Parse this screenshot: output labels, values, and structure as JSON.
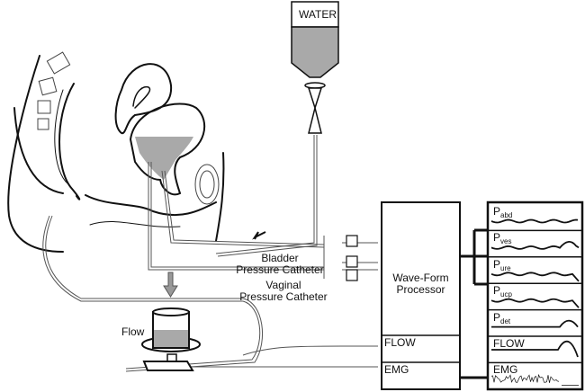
{
  "diagram": {
    "title": "Urodynamic study setup",
    "water_label": "WATER",
    "flow_label": "Flow",
    "bladder_catheter": [
      "Bladder",
      "Pressure Catheter"
    ],
    "vaginal_catheter": [
      "Vaginal",
      "Pressure Catheter"
    ],
    "processor": {
      "label": [
        "Wave-Form",
        "Processor"
      ],
      "flow_port": "FLOW",
      "emg_port": "EMG"
    },
    "channels": [
      {
        "name": "P",
        "sub": "abd",
        "trace": "wavy"
      },
      {
        "name": "P",
        "sub": "ves",
        "trace": "wavy-rise"
      },
      {
        "name": "P",
        "sub": "ure",
        "trace": "wavy-drop"
      },
      {
        "name": "P",
        "sub": "ucp",
        "trace": "wavy-drop"
      },
      {
        "name": "P",
        "sub": "det",
        "trace": "flat-rise"
      },
      {
        "name": "FLOW",
        "sub": "",
        "trace": "flat-peak"
      },
      {
        "name": "EMG",
        "sub": "",
        "trace": "noise-then-flat"
      }
    ],
    "colors": {
      "line": "#111111",
      "fill": "#a9a9a9",
      "tube": "#555555"
    }
  }
}
